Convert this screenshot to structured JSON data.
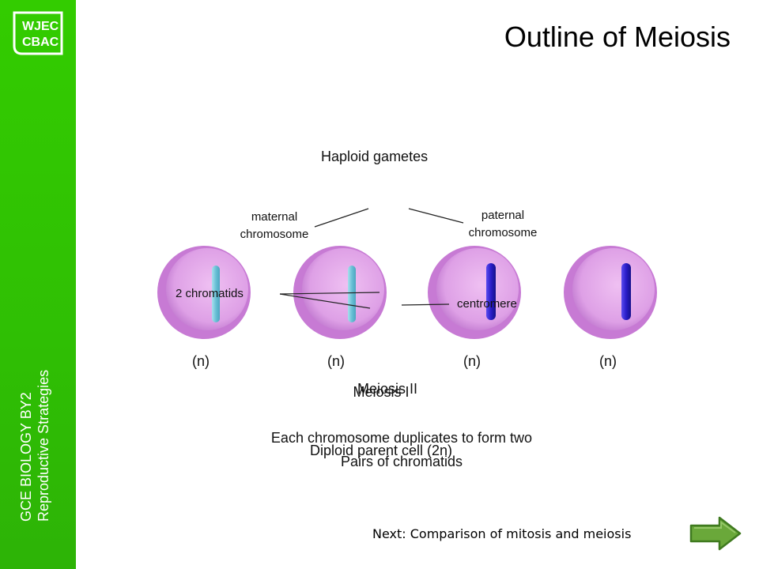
{
  "logo": {
    "line1": "WJEC",
    "line2": "CBAC"
  },
  "sidebar": {
    "line1": "GCE BIOLOGY BY2",
    "line2": "Reproductive Strategies"
  },
  "title": "Outline of Meiosis",
  "labels": {
    "haploid_gametes": "Haploid gametes",
    "maternal": "maternal\nchromosome",
    "paternal": "paternal\nchromosome",
    "chromatids": "2 chromatids",
    "centromere": "centromere",
    "n_labels": [
      "(n)",
      "(n)",
      "(n)",
      "(n)"
    ],
    "meiosis_a": "Meiosis II",
    "meiosis_b": "Meiosis I",
    "text_a": "Each chromosome duplicates to form two",
    "text_b": "Diploid parent cell (2n)",
    "text_c": "Pairs of chromatids"
  },
  "colors": {
    "sidebar_green": "#33cc00",
    "cell_fill": "#e3a6e9",
    "cell_edge": "#b566c4",
    "chromosome_light": "#79c9dc",
    "chromosome_dark": "#2c1fd0",
    "next_arrow": "#6aa83a"
  },
  "next": {
    "label": "Next: Comparison of mitosis and meiosis",
    "icon": "right-arrow-icon"
  }
}
